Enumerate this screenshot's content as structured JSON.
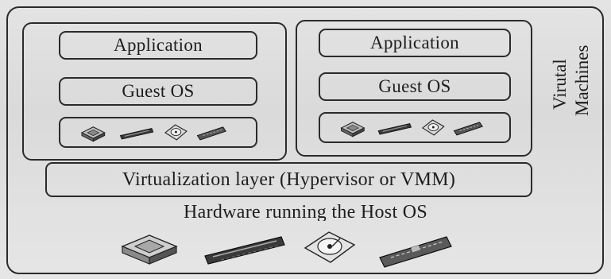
{
  "diagram": {
    "vm_left": {
      "application_label": "Application",
      "guest_os_label": "Guest OS"
    },
    "vm_right": {
      "application_label": "Application",
      "guest_os_label": "Guest OS"
    },
    "side_label_line1": "Virutal",
    "side_label_line2": "Machines",
    "virtualization_layer_label": "Virtualization layer (Hypervisor or VMM)",
    "host_hardware_label": "Hardware running the Host OS",
    "hardware_icons": [
      "cpu-chip-icon",
      "memory-module-icon",
      "hard-disk-icon",
      "expansion-card-icon"
    ]
  }
}
